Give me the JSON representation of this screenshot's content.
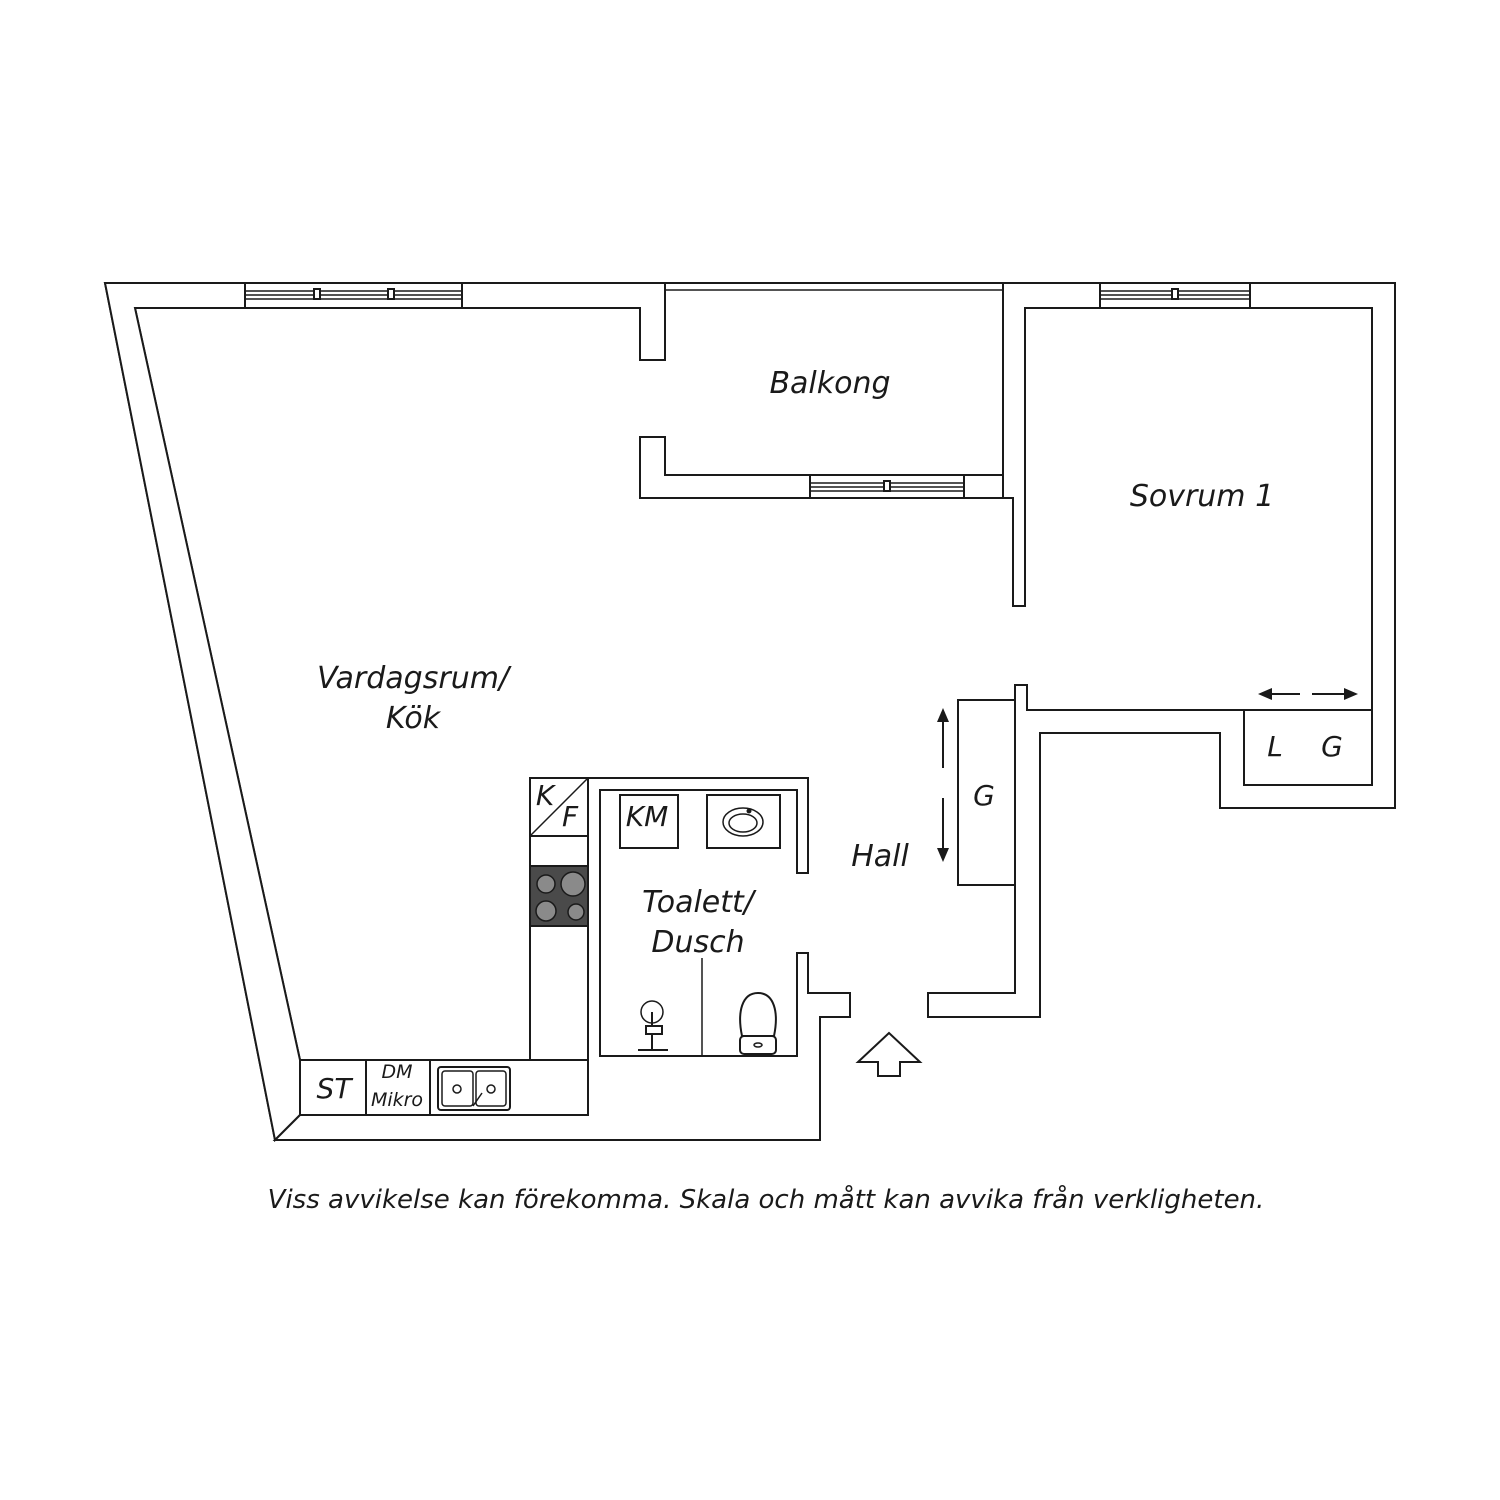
{
  "rooms": {
    "balkong": "Balkong",
    "sovrum": "Sovrum 1",
    "vardagsrum_line1": "Vardagsrum/",
    "vardagsrum_line2": "Kök",
    "toalett_line1": "Toalett/",
    "toalett_line2": "Dusch",
    "hall": "Hall"
  },
  "fixtures": {
    "kf_k": "K",
    "kf_f": "F",
    "km": "KM",
    "st": "ST",
    "dm": "DM",
    "mikro": "Mikro",
    "hall_wardrobe": "G",
    "bedroom_l": "L",
    "bedroom_g": "G"
  },
  "disclaimer": "Viss avvikelse kan förekomma. Skala och mått kan avvika från verkligheten."
}
